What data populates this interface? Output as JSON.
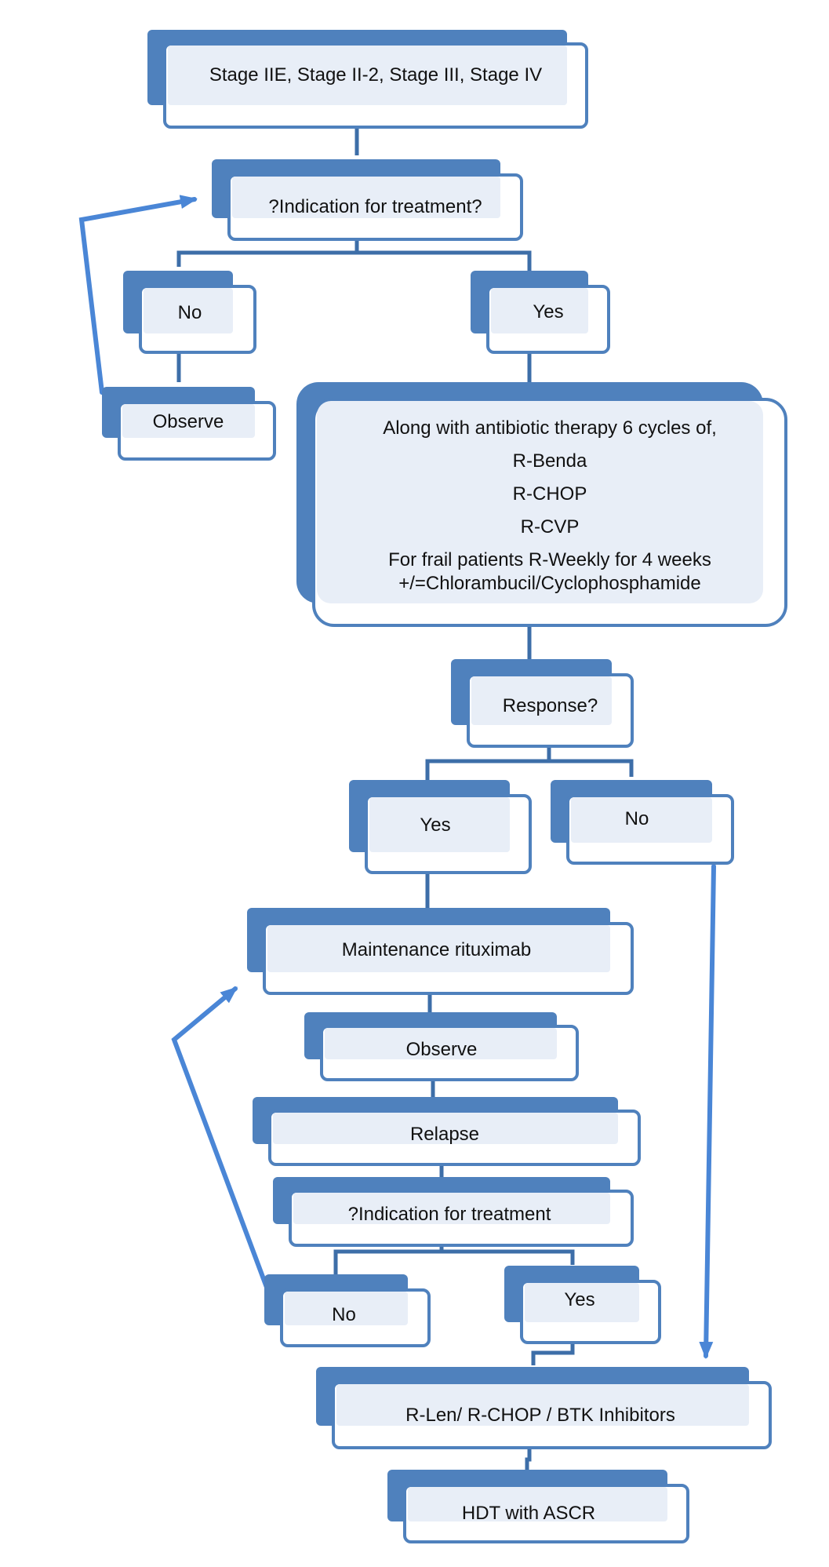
{
  "nodes": {
    "stages": "Stage IIE, Stage II-2, Stage III, Stage IV",
    "indication_1": "?Indication for treatment?",
    "no_1": "No",
    "yes_1": "Yes",
    "observe_1": "Observe",
    "therapy": {
      "lines": [
        "Along with antibiotic therapy 6 cycles of,",
        "R-Benda",
        "R-CHOP",
        "R-CVP",
        "For frail patients R-Weekly for 4 weeks",
        "+/=Chlorambucil/Cyclophosphamide"
      ]
    },
    "response": "Response?",
    "yes_2": "Yes",
    "no_2": "No",
    "maintenance": "Maintenance rituximab",
    "observe_2": "Observe",
    "relapse": "Relapse",
    "indication_2": "?Indication for treatment",
    "no_3": "No",
    "yes_3": "Yes",
    "salvage": "R-Len/ R-CHOP / BTK Inhibitors",
    "hdt": "HDT with ASCR"
  },
  "colors": {
    "accent": "#4f81bd",
    "arrow": "#4a86d6",
    "tint": "#e8eef7",
    "connector": "#3d6ea8"
  }
}
